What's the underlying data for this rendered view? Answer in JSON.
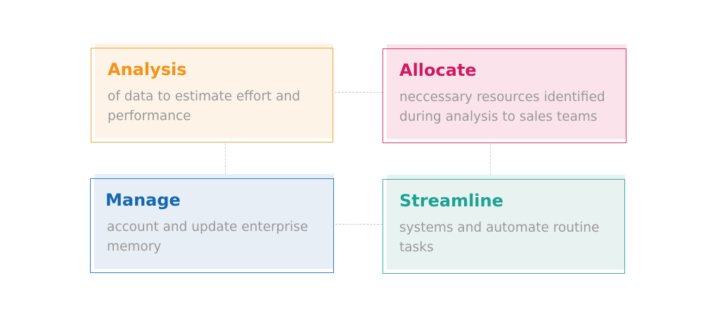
{
  "cards": {
    "analysis": {
      "title": "Analysis",
      "description": "of data to estimate effort and performance",
      "accent_color": "#f39318"
    },
    "allocate": {
      "title": "Allocate",
      "description": "neccessary resources identified during analysis to sales teams",
      "accent_color": "#d01a5e"
    },
    "manage": {
      "title": "Manage",
      "description": "account and update enterprise memory",
      "accent_color": "#1567b0"
    },
    "streamline": {
      "title": "Streamline",
      "description": "systems and automate routine tasks",
      "accent_color": "#1ba293"
    }
  },
  "connector_color": "#c8c8c8"
}
